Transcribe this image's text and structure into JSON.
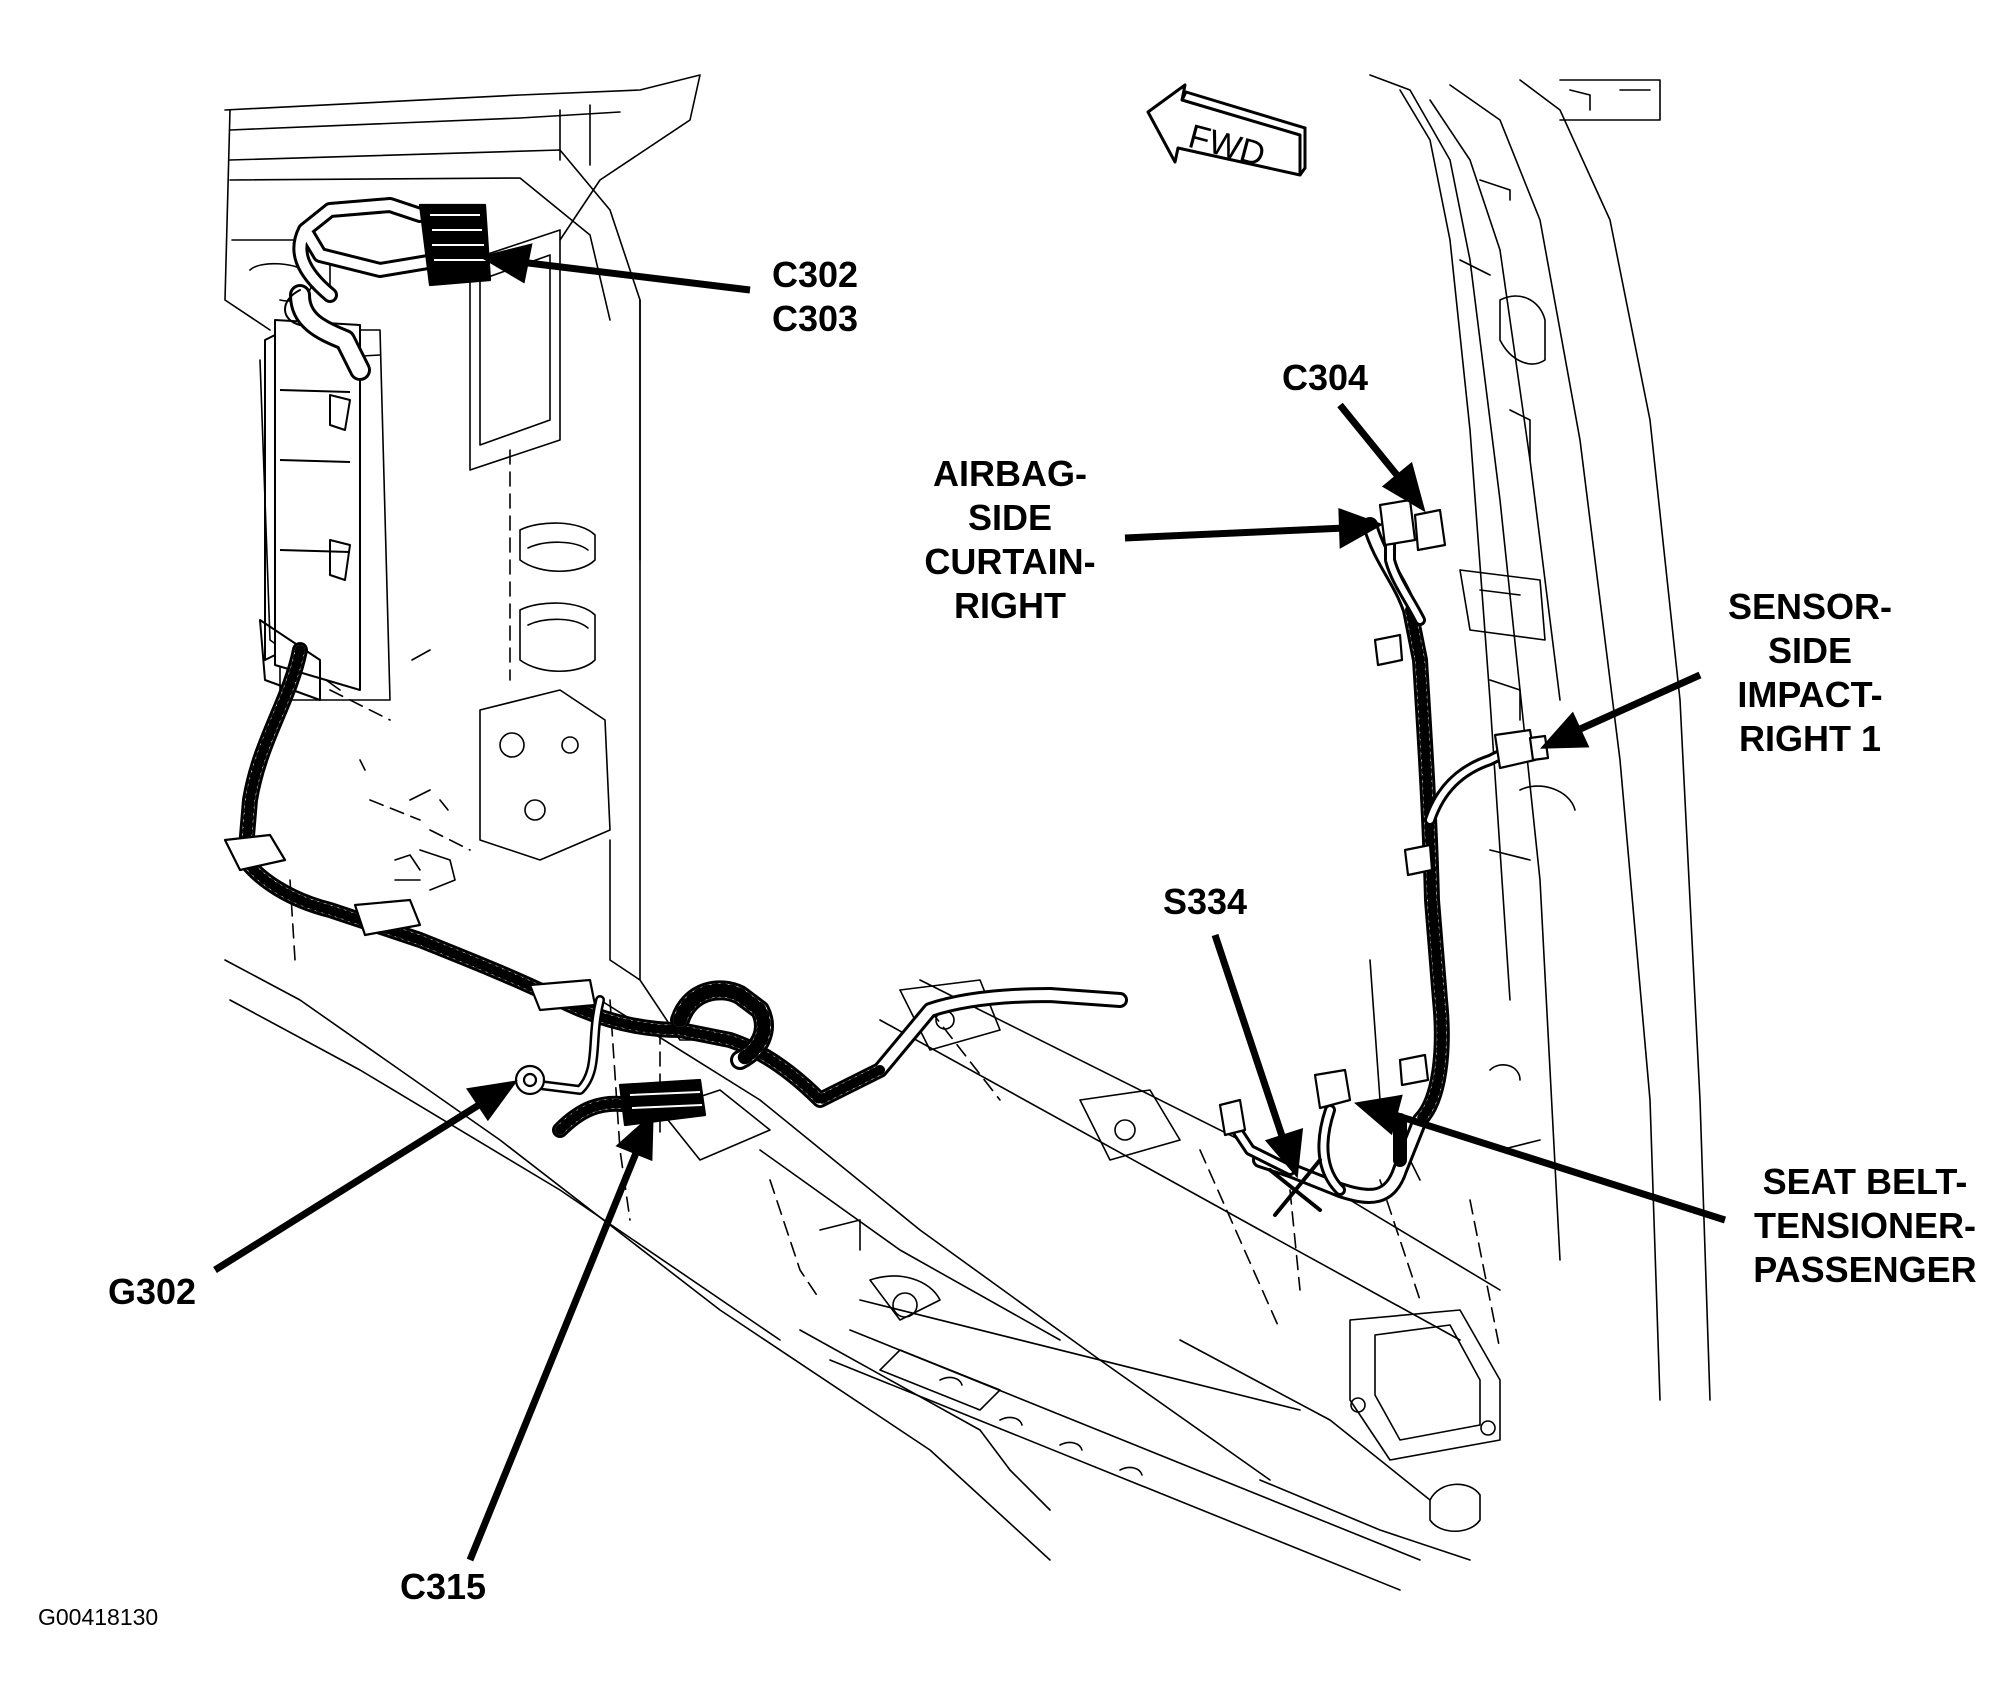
{
  "figure_id": "G00418130",
  "direction_label": "FWD",
  "callouts": {
    "c302": "C302",
    "c303": "C303",
    "c304": "C304",
    "airbag": [
      "AIRBAG-",
      "SIDE",
      "CURTAIN-",
      "RIGHT"
    ],
    "sensor": [
      "SENSOR-",
      "SIDE",
      "IMPACT-",
      "RIGHT 1"
    ],
    "s334": "S334",
    "seatbelt": [
      "SEAT BELT-",
      "TENSIONER-",
      "PASSENGER"
    ],
    "g302": "G302",
    "c315": "C315"
  }
}
